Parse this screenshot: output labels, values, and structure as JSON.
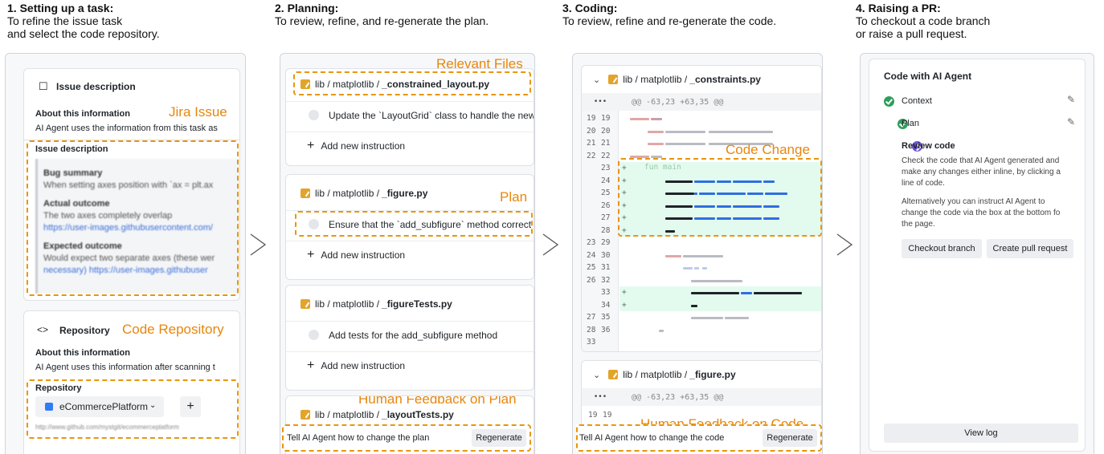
{
  "stages": [
    {
      "title": "1. Setting up a task:",
      "desc1": "To refine the issue task",
      "desc2": "and select the code repository."
    },
    {
      "title": "2. Planning:",
      "desc1": "To review, refine, and re-generate the plan.",
      "desc2": ""
    },
    {
      "title": "3. Coding:",
      "desc1": "To review, refine and re-generate the code.",
      "desc2": ""
    },
    {
      "title": "4. Raising a PR:",
      "desc1": "To checkout a code branch",
      "desc2": "or raise a pull request."
    }
  ],
  "arrow_glyph": ">",
  "p1": {
    "issue_title": "Issue description",
    "annot_jira": "Jira Issue",
    "about": "About this information",
    "about_text": "AI Agent uses the information from this task as",
    "issue_section": "Issue description",
    "bug_summary": "Bug summary",
    "bug_text": "When setting axes position with `ax = plt.ax",
    "actual": "Actual outcome",
    "actual_text": "The two axes completely overlap",
    "actual_link": "https://user-images.githubusercontent.com/",
    "expected": "Expected outcome",
    "expected_text": "Would expect two separate axes (these wer",
    "expected_text2": "necessary) https://user-images.githubuser",
    "repo_title": "Repository",
    "annot_repo": "Code Repository",
    "repo_about": "About this information",
    "repo_about_text": "AI Agent uses this information after scanning t",
    "repo_label": "Repository",
    "repo_value": "eCommercePlatform",
    "repo_url": "http://www.github.com/mystgit/ecommerceplatform",
    "repo_add": "+"
  },
  "p2": {
    "annot_files": "Relevant Files",
    "annot_plan": "Plan",
    "annot_feedback": "Human Feedback on Plan",
    "files": [
      {
        "path": "lib / matplotlib / ",
        "name": "_constrained_layout.py",
        "instr": "Update the `LayoutGrid` class to handle the new"
      },
      {
        "path": "lib / matplotlib / ",
        "name": "_figure.py",
        "instr": "Ensure that the `add_subfigure` method correct"
      },
      {
        "path": "lib / matplotlib / ",
        "name": "_figureTests.py",
        "instr": "Add tests for the add_subfigure method"
      },
      {
        "path": "lib / matplotlib / ",
        "name": "_layoutTests.py",
        "instr": ""
      }
    ],
    "add_instruction": "Add new instruction",
    "feedback_placeholder": "Tell AI Agent how to change the plan",
    "regenerate": "Regenerate"
  },
  "p3": {
    "file1_path": "lib / matplotlib / ",
    "file1_name": "_constraints.py",
    "hunk": "@@ -63,23 +63,35 @@",
    "dots": "•••",
    "annot_change": "Code Change",
    "code_text": "fun main",
    "lines": [
      [
        "19",
        "19"
      ],
      [
        "20",
        "20"
      ],
      [
        "21",
        "21"
      ],
      [
        "22",
        "22"
      ],
      [
        "",
        "23"
      ],
      [
        "",
        "24"
      ],
      [
        "",
        "25"
      ],
      [
        "",
        "26"
      ],
      [
        "",
        "27"
      ],
      [
        "",
        "28"
      ],
      [
        "23",
        "29"
      ],
      [
        "24",
        "30"
      ],
      [
        "25",
        "31"
      ],
      [
        "26",
        "32"
      ],
      [
        "",
        "33"
      ],
      [
        "",
        "34"
      ],
      [
        "27",
        "35"
      ],
      [
        "28",
        "36"
      ],
      [
        "33",
        ""
      ]
    ],
    "file2_path": "lib / matplotlib / ",
    "file2_name": "_figure.py",
    "hunk2": "@@ -63,23 +63,35 @@",
    "line2": [
      "19",
      "19"
    ],
    "annot_feedback": "Human Feedback on Code",
    "feedback_placeholder": "Tell AI Agent how to change the code",
    "regenerate": "Regenerate"
  },
  "p4": {
    "heading": "Code with AI Agent",
    "step1": "Context",
    "step2": "Plan",
    "step3": "Review code",
    "desc1a": "Check the code that AI Agent generated and",
    "desc1b": "make any changes either inline, by clicking a",
    "desc1c": "line of code.",
    "desc2a": "Alternatively you can instruct AI Agent to",
    "desc2b": "change the code via the box at the bottom fo",
    "desc2c": "the page.",
    "checkout": "Checkout branch",
    "create_pr": "Create pull request",
    "view_log": "View log"
  },
  "colors": {
    "accent": "#e8860c",
    "added": "#e3fbef",
    "code_blue": "#2f6fe0",
    "code_dark": "#1f2328"
  }
}
